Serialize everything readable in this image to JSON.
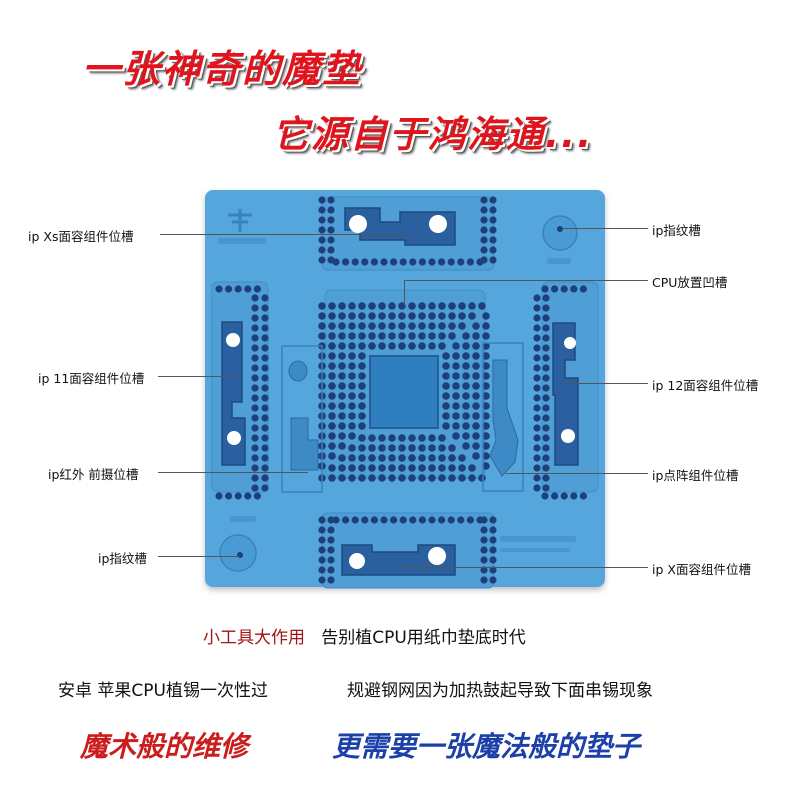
{
  "headline": {
    "line1": "一张神奇的魔垫",
    "line2": "它源自于鸿海通..."
  },
  "callouts": {
    "left": [
      "ip Xs面容组件位槽",
      "ip 11面容组件位槽",
      "ip红外 前摄位槽",
      "ip指纹槽"
    ],
    "right": [
      "ip指纹槽",
      "CPU放置凹槽",
      "ip 12面容组件位槽",
      "ip点阵组件位槽",
      "ip X面容组件位槽"
    ]
  },
  "captions": {
    "line1_red": "小工具大作用",
    "line1_rest": "告别植CPU用纸巾垫底时代",
    "line2a": "安卓  苹果CPU植锡一次性过",
    "line2b": "规避钢网因为加热鼓起导致下面串锡现象"
  },
  "bottom": {
    "red": "魔术般的维修",
    "blue": "更需要一张魔法般的垫子"
  },
  "colors": {
    "mat": "#55a6dc",
    "mat_dark": "#3f8fc8",
    "hole": "#1e3f7a",
    "headline_red": "#e0141c",
    "bottom_red": "#cc1d1d",
    "bottom_blue": "#1d3fa8"
  }
}
